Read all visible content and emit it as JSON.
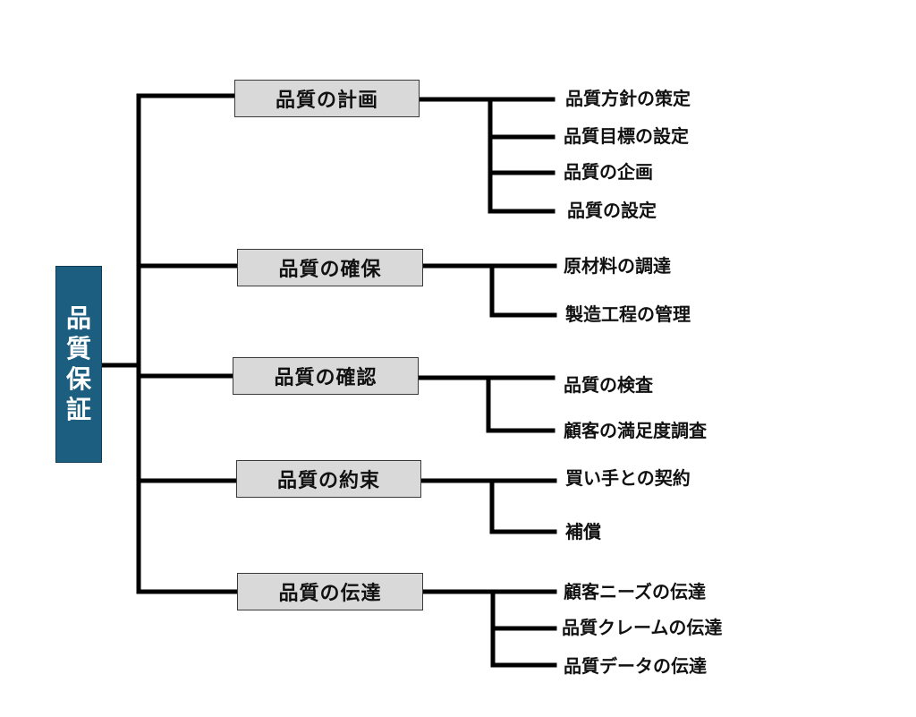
{
  "root": {
    "label_chars": [
      "品",
      "質",
      "保",
      "証"
    ]
  },
  "colors": {
    "root_fill": "#1b5e80",
    "category_fill": "#d9d9d9",
    "connector": "#000000"
  },
  "categories": [
    {
      "label": "品質の計画",
      "items": [
        "品質方針の策定",
        "品質目標の設定",
        "品質の企画",
        "品質の設定"
      ]
    },
    {
      "label": "品質の確保",
      "items": [
        "原材料の調達",
        "製造工程の管理"
      ]
    },
    {
      "label": "品質の確認",
      "items": [
        "品質の検査",
        "顧客の満足度調査"
      ]
    },
    {
      "label": "品質の約束",
      "items": [
        "買い手との契約",
        "補償"
      ]
    },
    {
      "label": "品質の伝達",
      "items": [
        "顧客ニーズの伝達",
        "品質クレームの伝達",
        "品質データの伝達"
      ]
    }
  ]
}
